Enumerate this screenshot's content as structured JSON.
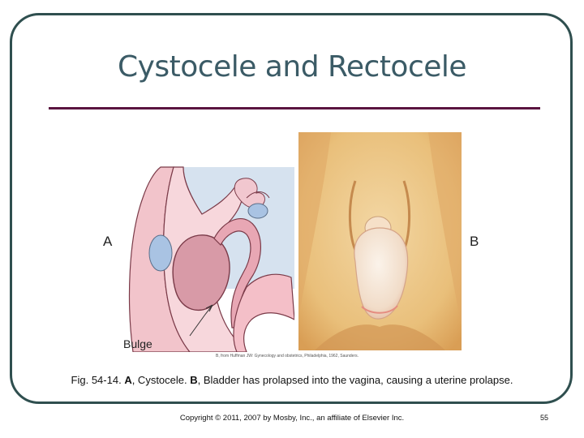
{
  "slide": {
    "title": "Cystocele and Rectocele",
    "label_a": "A",
    "label_b": "B",
    "label_bulge": "Bulge",
    "image_credit": "B, from Huffman JW: Gynecology and obstetrics, Philadelphia, 1962, Saunders.",
    "caption_prefix": "Fig. 54-14. ",
    "caption_a": "A",
    "caption_mid": ", Cystocele. ",
    "caption_b": "B",
    "caption_rest": ", Bladder has prolapsed into the vagina, causing a uterine prolapse.",
    "copyright": "Copyright © 2011, 2007 by Mosby, Inc., an affiliate of Elsevier Inc.",
    "page_number": "55"
  },
  "colors": {
    "frame": "#2f4f4f",
    "title": "#3b5b66",
    "rule": "#5a1440"
  }
}
